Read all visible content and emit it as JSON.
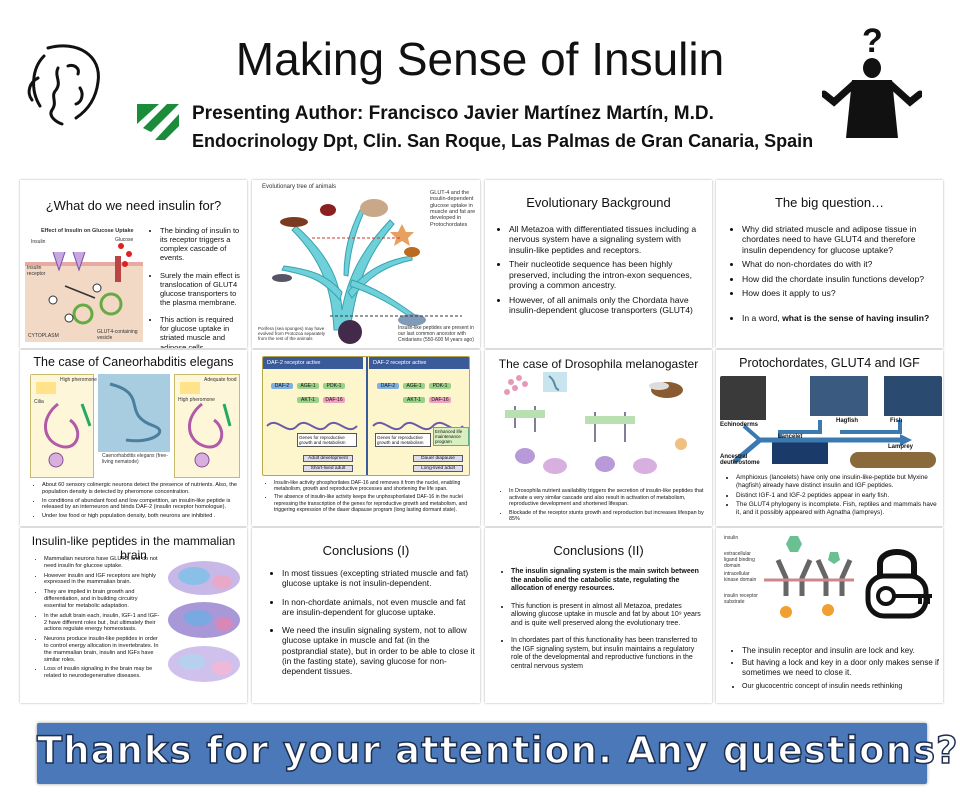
{
  "header": {
    "title": "Making Sense of Insulin",
    "author": "Presenting Author: Francisco Javier Martínez Martín, M.D.",
    "affiliation": "Endocrinology Dpt, Clin. San Roque, Las Palmas de Gran Canaria, Spain",
    "question_mark": "?"
  },
  "panel1": {
    "title": "¿What do we need insulin for?",
    "figure_title": "Effect of Insulin on Glucose Uptake",
    "figure_labels": {
      "insulin": "Insulin",
      "glucose": "Glucose",
      "receptor": "Insulin receptor",
      "cytoplasm": "CYTOPLASM",
      "vesicle": "GLUT4-containing vesicle"
    },
    "bullets": [
      "The binding of insulin to its receptor triggers a complex cascade of events.",
      "Surely the main effect is translocation of GLUT4 glucose transporters to the plasma membrane.",
      "This action is required for glucose uptake in striated muscle and adipose cells."
    ]
  },
  "panel2": {
    "tree_title": "Evolutionary tree of animals",
    "glut_note": "GLUT-4 and the insulin-dependent glucose uptake in muscle and fat are developed in Protochordates",
    "insulin_note": "Insulin-like peptides are present in our last common ancestor with Cnidarians (550-600 M years ago)",
    "porifera_note": "Porifera (sea sponges) may have evolved from Protozoa separately from the rest of the animals"
  },
  "panel3": {
    "title": "Evolutionary Background",
    "bullets": [
      "All Metazoa with differentiated tissues including a nervous system have a signaling system with insulin-like peptides and receptors.",
      "Their nucleotide sequence has been highly preserved, including the intron-exon sequences, proving a common ancestry.",
      "However, of all animals only the Chordata have insulin-dependent glucose transporters (GLUT4)"
    ]
  },
  "panel4": {
    "title": "The big question…",
    "bullets": [
      "Why did striated muscle and adipose tissue in chordates need to have GLUT4 and therefore insulin dependency for glucose uptake?",
      "What do non-chordates do with it?",
      "How did the chordate insulin functions develop?",
      "How does it apply to us?"
    ],
    "final_prefix": "In a word, ",
    "final_bold": "what is the sense of having insulin?"
  },
  "panel5": {
    "title": "The case of Caneorhabditis elegans",
    "figure_caption": "Caenorhabditis elegans (free-living nematode)",
    "figure_labels": {
      "high_pheromone": "High pheromone",
      "cilia": "Cilia",
      "adequate_food": "Adequate food",
      "high_pheromone2": "High pheromone"
    },
    "bullets": [
      "About 60 sensory colinergic neurons detect the presence of nutrients. Also, the population density is detected by pheromone concentration.",
      "In conditions of abundant food and low competition, an insulin-like peptide is released by an interneuron and binds DAF-2 (insulin receptor homologue).",
      "Under low food or high population density, both neurons are inhibited ."
    ]
  },
  "panel6": {
    "left_header": "DAF-2 receptor active",
    "right_header": "DAF-2 receptor active",
    "nodes_left": [
      "DAF-2",
      "AGE-1",
      "PDK-1",
      "AKT-1",
      "DAF-16"
    ],
    "nodes_right": [
      "DAF-2",
      "AGE-1",
      "PDK-1",
      "AKT-1",
      "DAF-16"
    ],
    "box_left": "Genes for reproductive growth and metabolism",
    "box_right": "Genes for reproductive growth and metabolism",
    "bottom_left": [
      "Adult development",
      "Short-lived adult"
    ],
    "bottom_right": [
      "Dauer diapause",
      "Long-lived adult"
    ],
    "right_extra": "Enhanced life maintenance program",
    "bullets": [
      "Insulin-like activity phosphorilates DAF-16 and removes it from the nuclei, enabling metabolism, growth and reproductive processes and shortening the life span.",
      "The absence of insulin-like activity keeps the unphosphorilated DAF-16 in the nuclei repressing the transcription of the genes for reproductive growth and metabolism, and triggering expression of the dauer diapause program (long lasting dormant state)."
    ]
  },
  "panel7": {
    "title": "The case of Drosophila melanogaster",
    "bullets": [
      "In Drosophila nutrient availability triggers the secretion of insulin-like peptides that activate a very similar cascade and also result in activation of metabolism, reproductive development and shortened lifespan.",
      "Blockade of the receptor stunts growth and reproduction but increases lifespan by 85%"
    ]
  },
  "panel8": {
    "title": "Protochordates, GLUT4 and IGF",
    "labels": [
      "Echinoderms",
      "Hagfish",
      "Fish",
      "Lancelet",
      "Lamprey",
      "Ancestral deuterostome"
    ],
    "bullets": [
      "Amphioxus (lancelets) have only one insulin-like-peptide but Myxine (hagfish) already have distinct insulin and IGF peptides.",
      "Distinct IGF-1 and IGF-2 peptides appear in early fish.",
      "The GLUT4 phylogeny is incomplete. Fish, reptiles and mammals have it, and it possibly appeared with Agnatha (lampreys)."
    ]
  },
  "panel9": {
    "title": "Insulin-like peptides in the  mammalian brain",
    "bullets": [
      "Mammalian neurons have GLUT3, and do not need insulin for glucose uptake.",
      "However insulin and IGF receptors are highly expressed in the mammalian brain.",
      "They are implied in brain growth and differentiation, and in building circuitry essential for metabolic adaptation.",
      "In the adult brain each, insulin, IGF-1 and IGF-2 have different roles but , but ultimately their actions regulate energy homeostasis.",
      "Neurons produce insulin-like peptides in order to control  energy allocation in invertebrates. In the mammalian brain, insulin and IGFs have similar roles.",
      "Loss of insulin signaling in the brain may be related to neurodegenerative diseases."
    ]
  },
  "panel10": {
    "title": "Conclusions (I)",
    "bullets": [
      "In most tissues (excepting striated muscle and fat) glucose uptake is not insulin-dependent.",
      "In non-chordate animals, not even muscle and fat are insulin-dependent for glucose uptake.",
      "We need the insulin signaling system, not to allow glucose uptake in muscle and fat (in the postprandial state), but in order to be able to close it (in the fasting state), saving glucose for non-dependent tissues."
    ]
  },
  "panel11": {
    "title": "Conclusions (II)",
    "bold_bullet": "The insulin signaling system is the main switch between the anabolic and the catabolic state, regulating the allocation of energy resources.",
    "bullet2": "This function is present in almost all Metazoa, predates allowing glucose uptake in muscle and fat by about 10⁹ years and is quite well preserved along the evolutionary tree.",
    "bullet3": "In chordates part of this functionality has been transferred to the IGF signaling system, but insulin maintains a regulatory role of the developmental and reproductive functions in the central nervous system"
  },
  "panel12": {
    "figure_labels": [
      "insulin",
      "extracellular ligand binding domain",
      "intracellular kinase domain",
      "insulin receptor substrate"
    ],
    "bullets": [
      "The insulin receptor and insulin are lock and key.",
      "But having a lock and key in a door only makes sense if sometimes we need to close it."
    ],
    "final": "Our glucocentric concept of insulin needs rethinking"
  },
  "footer": {
    "text": "Thanks for your attention. Any questions?"
  },
  "colors": {
    "footer_bg": "#4a78b8",
    "logo_green": "#1a8c3a"
  }
}
